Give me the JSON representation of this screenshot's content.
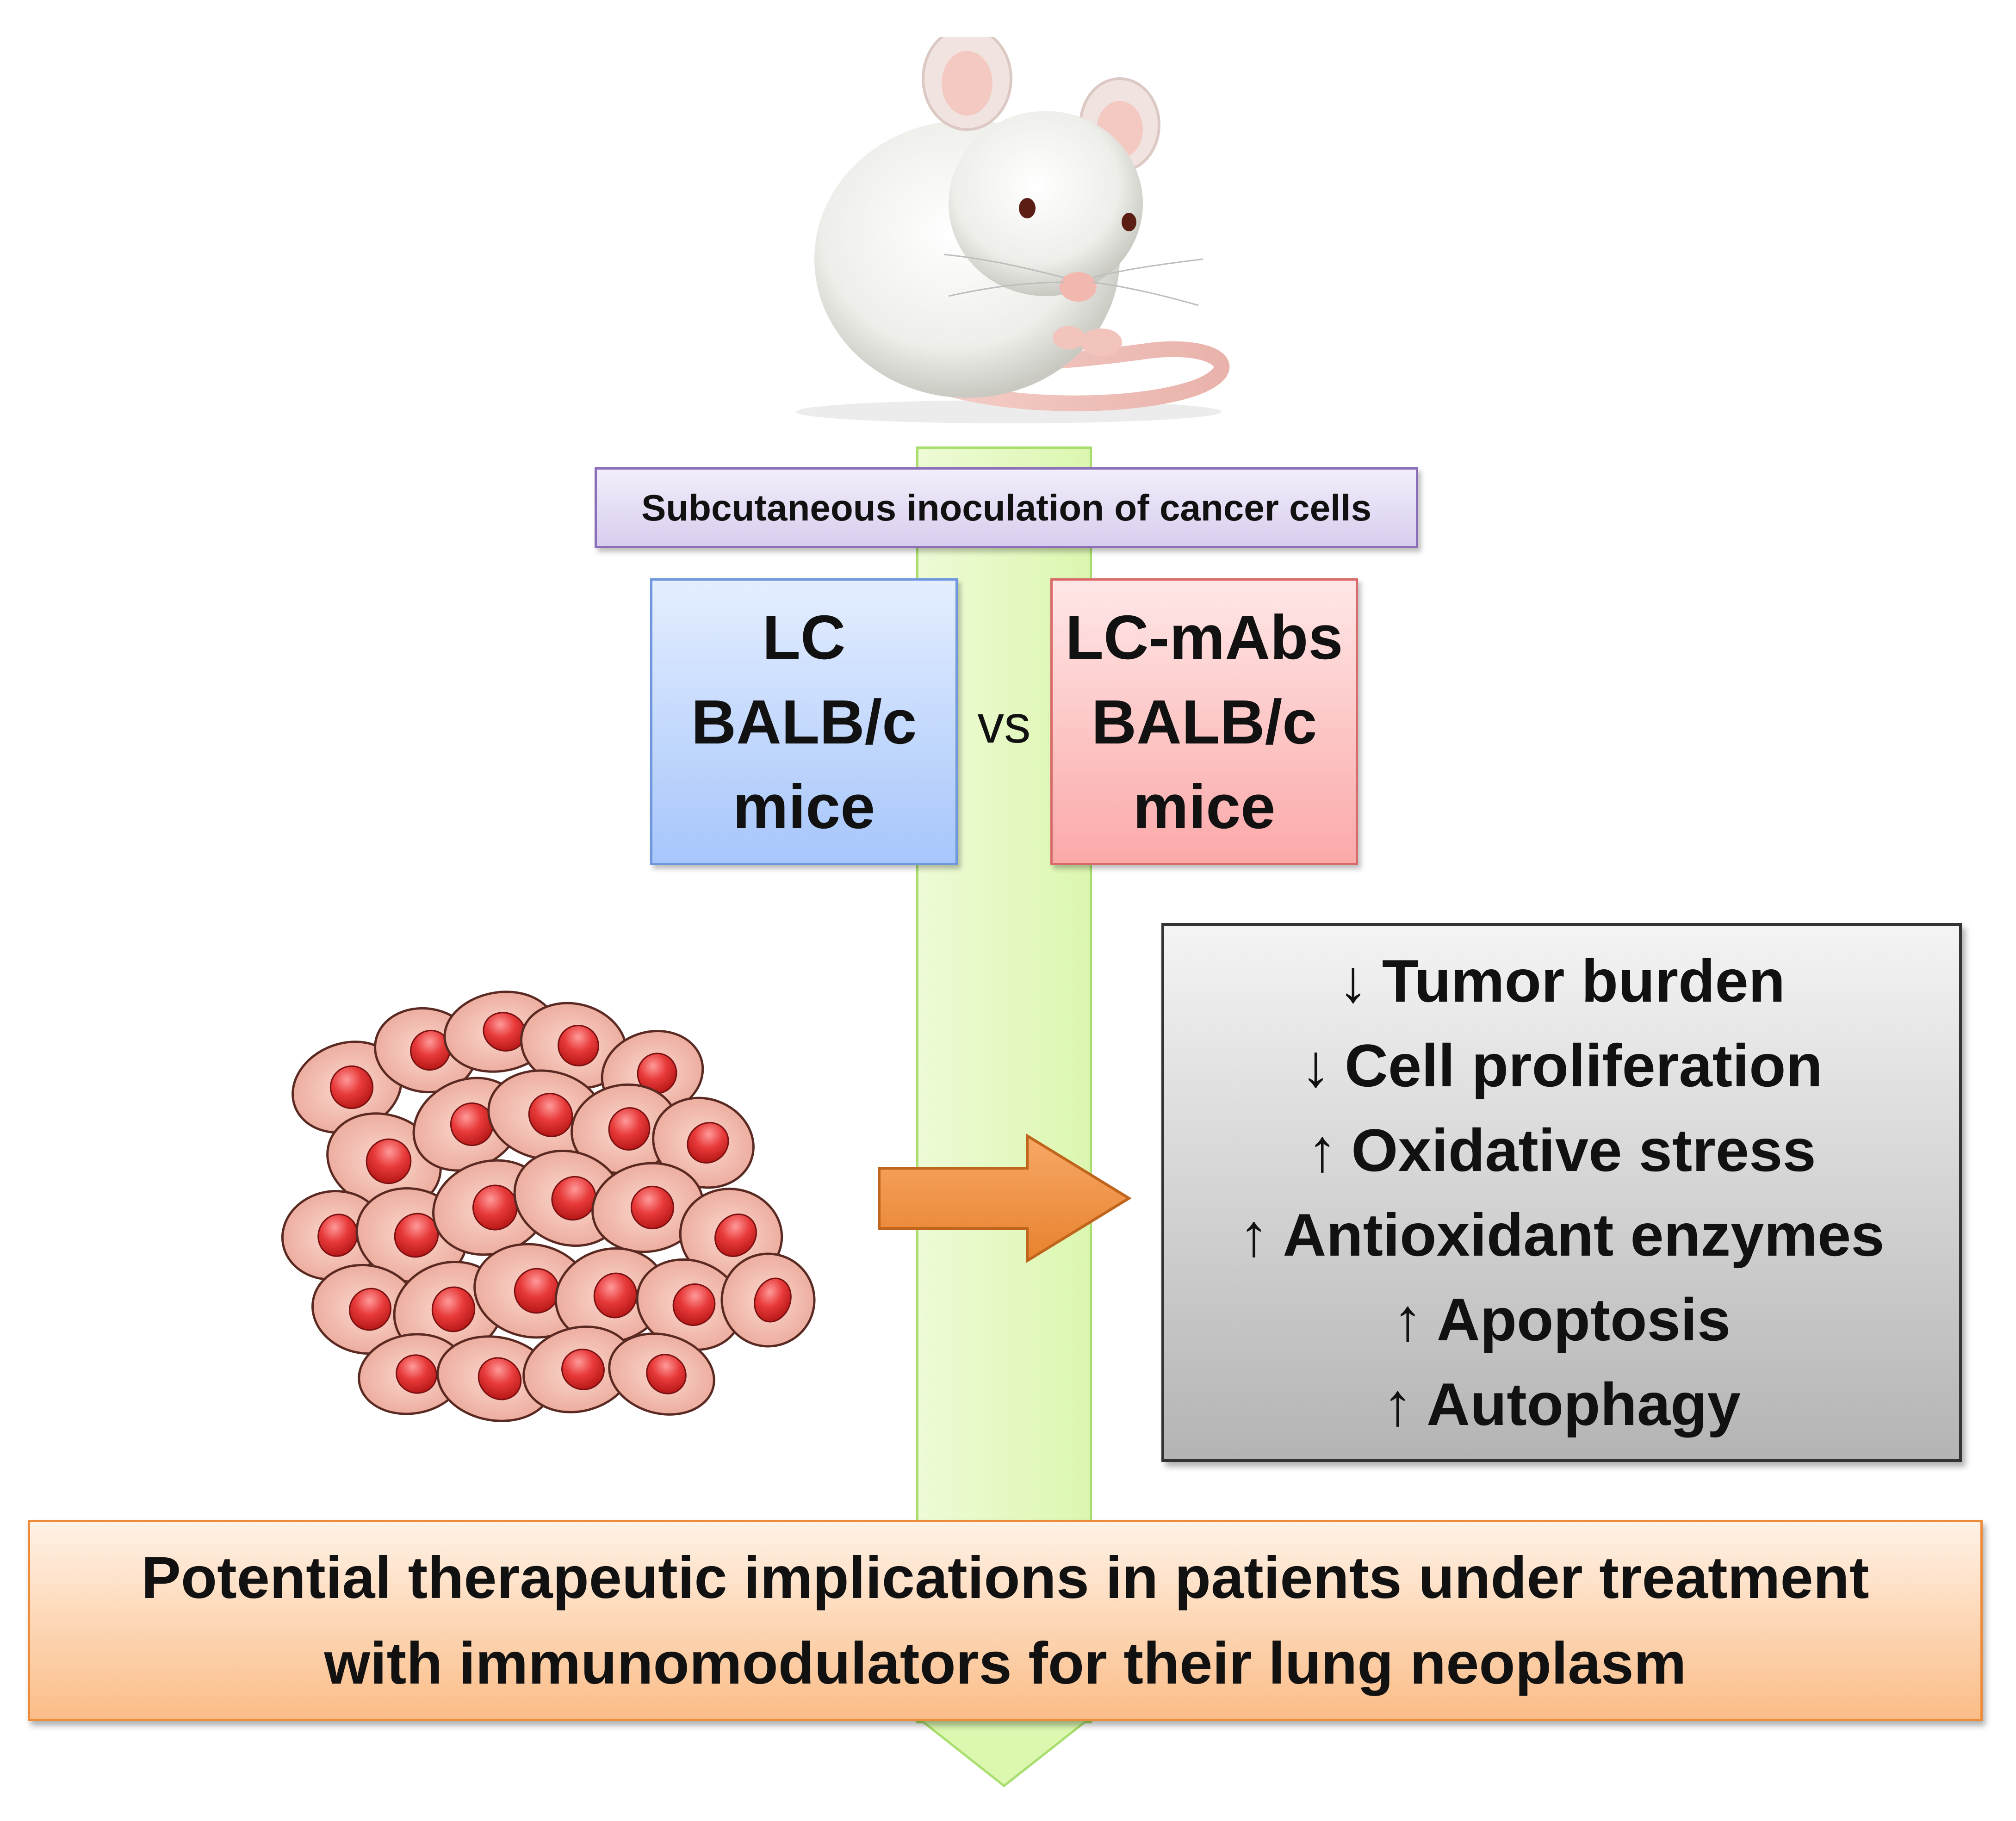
{
  "header": {
    "inoculation": "Subcutaneous inoculation of cancer cells"
  },
  "groups": {
    "lc": {
      "lines": [
        "LC",
        "BALB/c",
        "mice"
      ],
      "color": "#a7c6fb"
    },
    "lcmabs": {
      "lines": [
        "LC-mAbs",
        "BALB/c",
        "mice"
      ],
      "color": "#fba9a9"
    },
    "vs": "vs"
  },
  "results": [
    {
      "arrow": "↓",
      "text": "Tumor burden"
    },
    {
      "arrow": "↓",
      "text": "Cell proliferation"
    },
    {
      "arrow": "↑",
      "text": "Oxidative stress"
    },
    {
      "arrow": "↑",
      "text": "Antioxidant enzymes"
    },
    {
      "arrow": "↑",
      "text": "Apoptosis"
    },
    {
      "arrow": "↑",
      "text": "Autophagy"
    }
  ],
  "implications": {
    "lines": [
      "Potential therapeutic implications in patients under treatment",
      "with immunomodulators for their lung neoplasm"
    ]
  },
  "colors": {
    "flow_arrow": "#dcf7b0",
    "orange_arrow": "#f0924a",
    "results_bg": "#b4b4b4",
    "banner_bg": "#fbbd88",
    "header_bg": "#d8cdee"
  },
  "icons": {
    "mouse": "mouse-illustration",
    "cells": "tumor-cells-illustration"
  }
}
